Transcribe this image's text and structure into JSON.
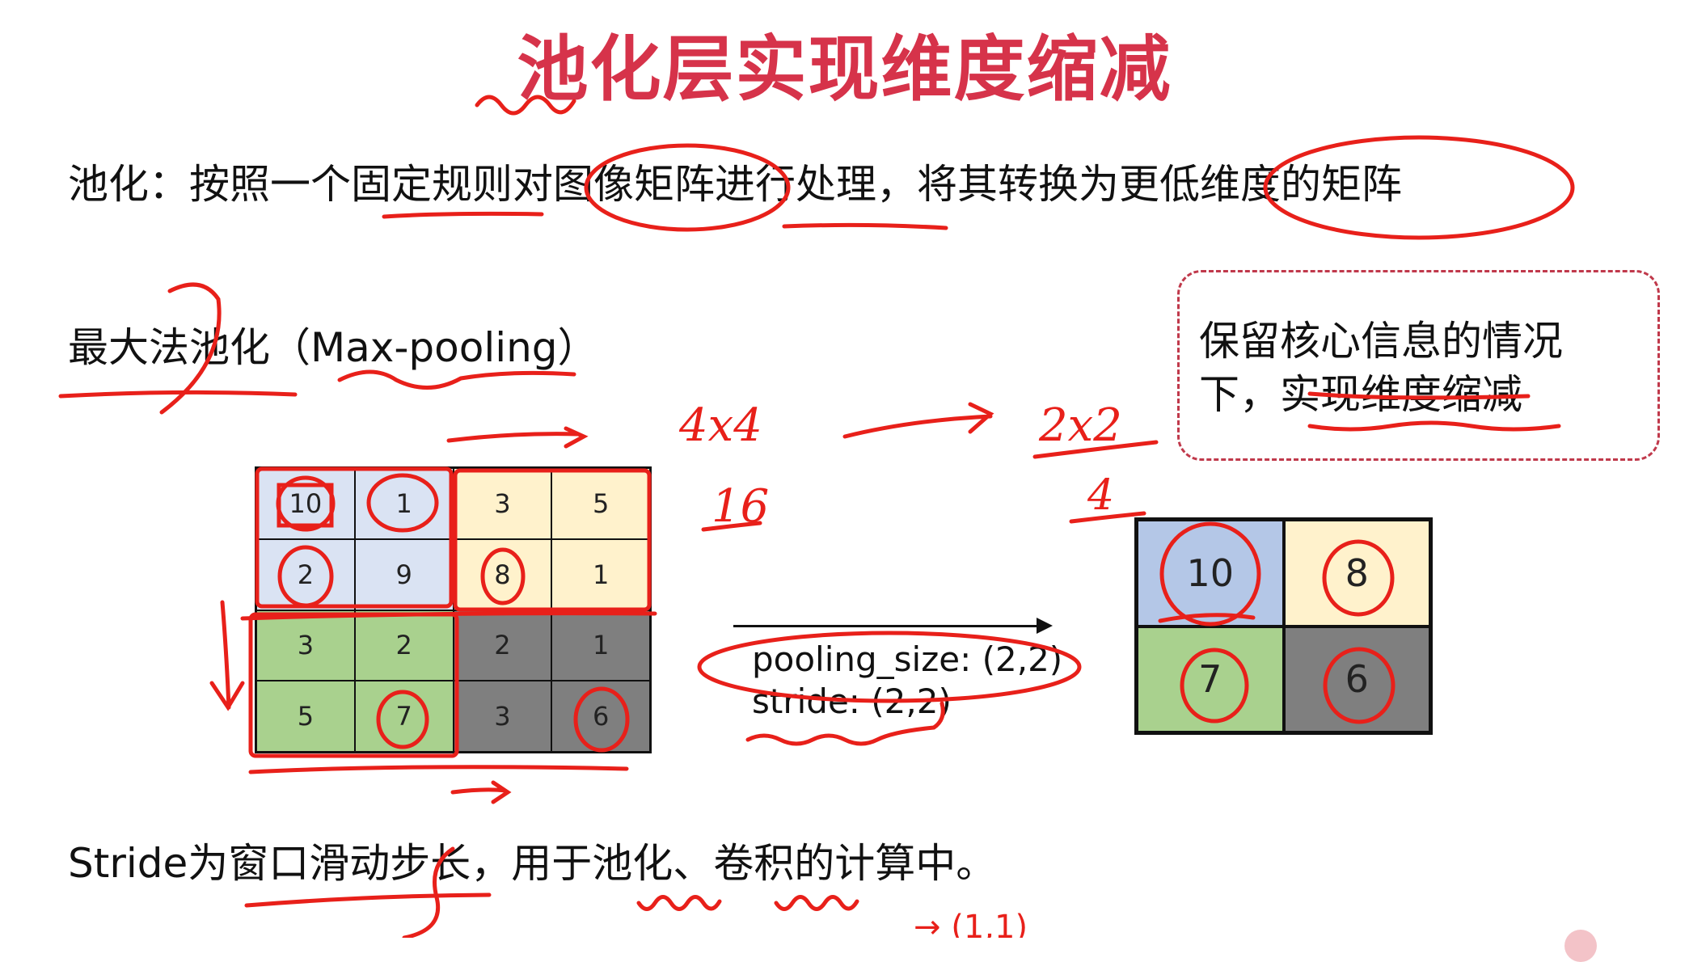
{
  "slide": {
    "title": "池化层实现维度缩减",
    "definition": "池化：按照一个固定规则对图像矩阵进行处理，将其转换为更低维度的矩阵",
    "method_heading": "最大法池化（Max-pooling）",
    "note": {
      "line1": "保留核心信息的情况",
      "line2": "下，实现维度缩减"
    },
    "params": {
      "pooling_size": "pooling_size: (2,2)",
      "stride": "stride: (2,2)"
    },
    "footer": "Stride为窗口滑动步长，用于池化、卷积的计算中。"
  },
  "input_matrix": {
    "rows": [
      [
        "10",
        "1",
        "3",
        "5"
      ],
      [
        "2",
        "9",
        "8",
        "1"
      ],
      [
        "3",
        "2",
        "2",
        "1"
      ],
      [
        "5",
        "7",
        "3",
        "6"
      ]
    ],
    "quadrant_colors": {
      "top_left": "#dae3f3",
      "top_right": "#fff2cc",
      "bottom_left": "#a9d18e",
      "bottom_right": "#7f7f7f"
    }
  },
  "output_matrix": {
    "rows": [
      [
        "10",
        "8"
      ],
      [
        "7",
        "6"
      ]
    ],
    "colors": [
      "#b4c7e7",
      "#fff2cc",
      "#a9d18e",
      "#7f7f7f"
    ]
  },
  "handwritten": {
    "input_size": "4x4",
    "input_count": "16",
    "output_size": "2x2",
    "output_count": "4",
    "stride_note": "→ (1,1)"
  },
  "colors": {
    "title": "#d6334a",
    "ink": "#e8201a",
    "note_border": "#c0394b"
  }
}
